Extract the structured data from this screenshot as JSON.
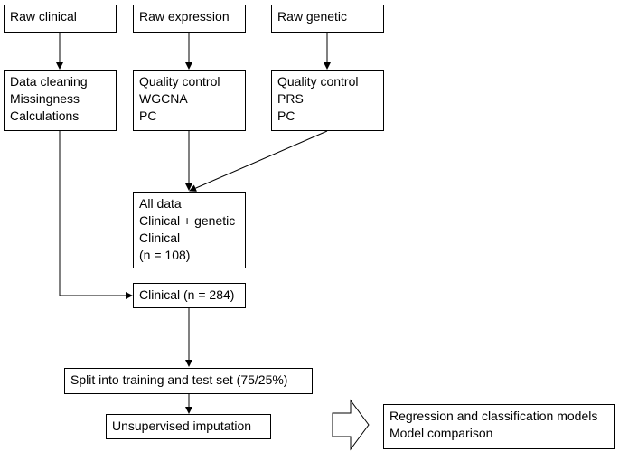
{
  "boxes": {
    "raw_clinical": [
      "Raw clinical"
    ],
    "raw_expression": [
      "Raw expression"
    ],
    "raw_genetic": [
      "Raw genetic"
    ],
    "clinical_processing": [
      "Data cleaning",
      "Missingness",
      "Calculations"
    ],
    "expression_processing": [
      "Quality control",
      "WGCNA",
      "PC"
    ],
    "genetic_processing": [
      "Quality control",
      "PRS",
      "PC"
    ],
    "all_data": [
      "All data",
      "Clinical + genetic",
      "Clinical",
      "(n = 108)"
    ],
    "clinical_only": [
      "Clinical (n = 284)"
    ],
    "split": [
      "Split into training and test set (75/25%)"
    ],
    "imputation": [
      "Unsupervised imputation"
    ],
    "models": [
      "Regression and classification models",
      "Model comparison"
    ]
  }
}
